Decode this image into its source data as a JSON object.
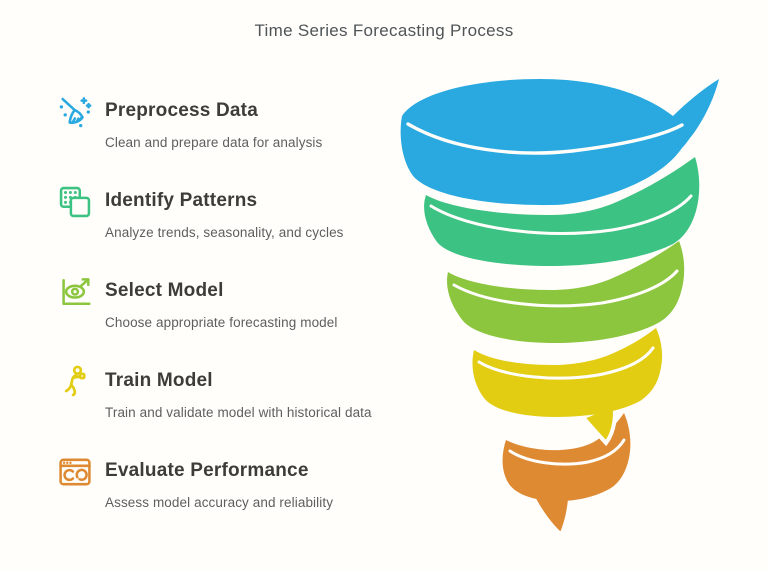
{
  "title": "Time Series Forecasting Process",
  "steps": [
    {
      "title": "Preprocess Data",
      "description": "Clean and prepare data for analysis",
      "icon": "broom-sparkles-icon",
      "color": "#29A9E0"
    },
    {
      "title": "Identify Patterns",
      "description": "Analyze trends, seasonality, and cycles",
      "icon": "pattern-squares-icon",
      "color": "#3CC282"
    },
    {
      "title": "Select Model",
      "description": "Choose appropriate forecasting model",
      "icon": "eye-axis-arrow-icon",
      "color": "#8CC63F"
    },
    {
      "title": "Train Model",
      "description": "Train and validate model with historical data",
      "icon": "running-person-icon",
      "color": "#E2CD13"
    },
    {
      "title": "Evaluate Performance",
      "description": "Assess model accuracy and reliability",
      "icon": "browser-loops-icon",
      "color": "#DE8A33"
    }
  ],
  "funnel": {
    "type": "spiral-funnel",
    "levels": [
      {
        "color": "#29A9E0"
      },
      {
        "color": "#3CC282"
      },
      {
        "color": "#8CC63F"
      },
      {
        "color": "#E2CD13"
      },
      {
        "color": "#DE8A33"
      }
    ]
  },
  "colors": {
    "background": "#FFFEFB",
    "title_text": "#4F5457",
    "step_title_text": "#3E3C38",
    "step_description_text": "#5E5E5E"
  }
}
